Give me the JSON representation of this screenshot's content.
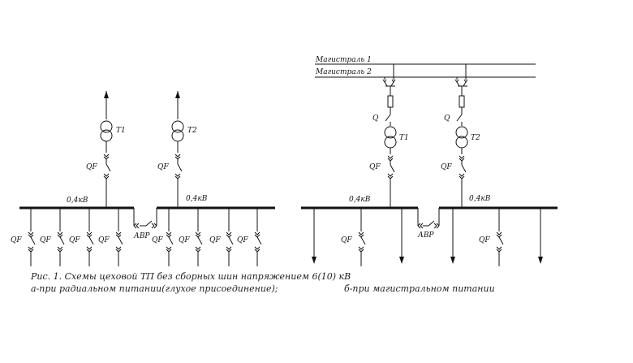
{
  "labels": {
    "T1": "T1",
    "T2": "T2",
    "QF": "QF",
    "Q": "Q",
    "bus": "0,4кВ",
    "avr": "АВР",
    "main1": "Магистраль 1",
    "main2": "Магистраль 2"
  },
  "caption": {
    "line1": "Рис. 1. Схемы цеховой ТП без сборных шин напряжением  6(10) кВ",
    "line2a": "а-при радиальном питании(глухое присоединение);",
    "line2b": "б-при магистральном питании"
  }
}
